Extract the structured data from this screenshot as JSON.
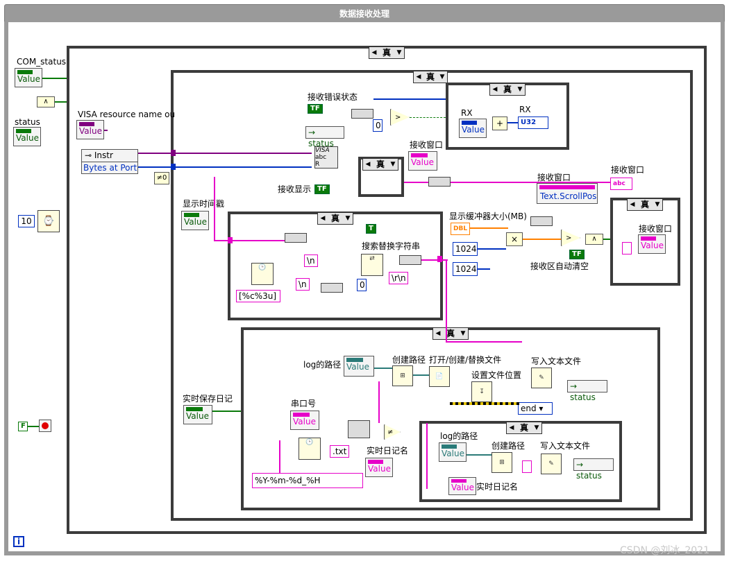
{
  "window": {
    "title": "数据接收处理"
  },
  "outer_case": {
    "selector": "真"
  },
  "inner_case": {
    "selector": "真"
  },
  "rx_case": {
    "selector": "真",
    "rx_label": "RX",
    "rx_out_label": "RX",
    "rx_value": "Value",
    "rx_out_type": "U32"
  },
  "clear_case": {
    "selector": "真",
    "label": "接收窗口",
    "value": "Value"
  },
  "small_case": {
    "selector": "真"
  },
  "timestamp_case": {
    "selector": "真",
    "search_replace": "搜索替换字符串",
    "const_t": "T",
    "format": "[%c%3u]",
    "newline1": "\\n",
    "newline2": "\\n",
    "crlf": "\\r\\n",
    "zero": "0"
  },
  "log_case": {
    "selector": "真"
  },
  "log_inner_case": {
    "selector": "真",
    "log_path_label": "log的路径",
    "log_path_value": "Value",
    "build_path": "创建路径",
    "write_text": "写入文本文件",
    "status": "status",
    "name_value": "Value",
    "name_label": "实时日记名"
  },
  "left": {
    "com_status_label": "COM_status",
    "com_status_value": "Value",
    "status_label": "status",
    "status_value": "Value",
    "wait_ms": "10",
    "stop_const": "F"
  },
  "visa": {
    "resource_label": "VISA resource name ou",
    "resource_value": "Value",
    "instr_label": "Instr",
    "bytes_label": "Bytes at Port",
    "neq_zero": "≠0",
    "err_label": "接收错误状态",
    "status_label": "status",
    "zero": "0",
    "read_label": "VISA",
    "read_r": "R",
    "read_abc": "abc"
  },
  "recv_window": {
    "label": "接收窗口",
    "value": "Value",
    "show_label": "接收显示",
    "tf": "TF",
    "prop_label": "接收窗口",
    "prop_name": "Text.ScrollPos",
    "indicator_label": "接收窗口",
    "indicator_type": "abc"
  },
  "timestamp": {
    "label": "显示时间戳",
    "value": "Value"
  },
  "buffer": {
    "label": "显示缓冲器大小(MB)",
    "dbl": "DBL",
    "k1": "1024",
    "k2": "1024",
    "auto_clear_label": "接收区自动清空",
    "tf": "TF"
  },
  "log": {
    "save_label": "实时保存日记",
    "save_value": "Value",
    "path_label": "log的路径",
    "path_value": "Value",
    "build_path": "创建路径",
    "open_file": "打开/创建/替换文件",
    "set_pos": "设置文件位置",
    "write_text": "写入文本文件",
    "status": "status",
    "end": "end",
    "port_label": "串口号",
    "port_value": "Value",
    "ext": ".txt",
    "name_label": "实时日记名",
    "name_value": "Value",
    "date_format": "%Y-%m-%d_%H"
  },
  "watermark": "CSDN @刘冰_2021",
  "info": "i"
}
